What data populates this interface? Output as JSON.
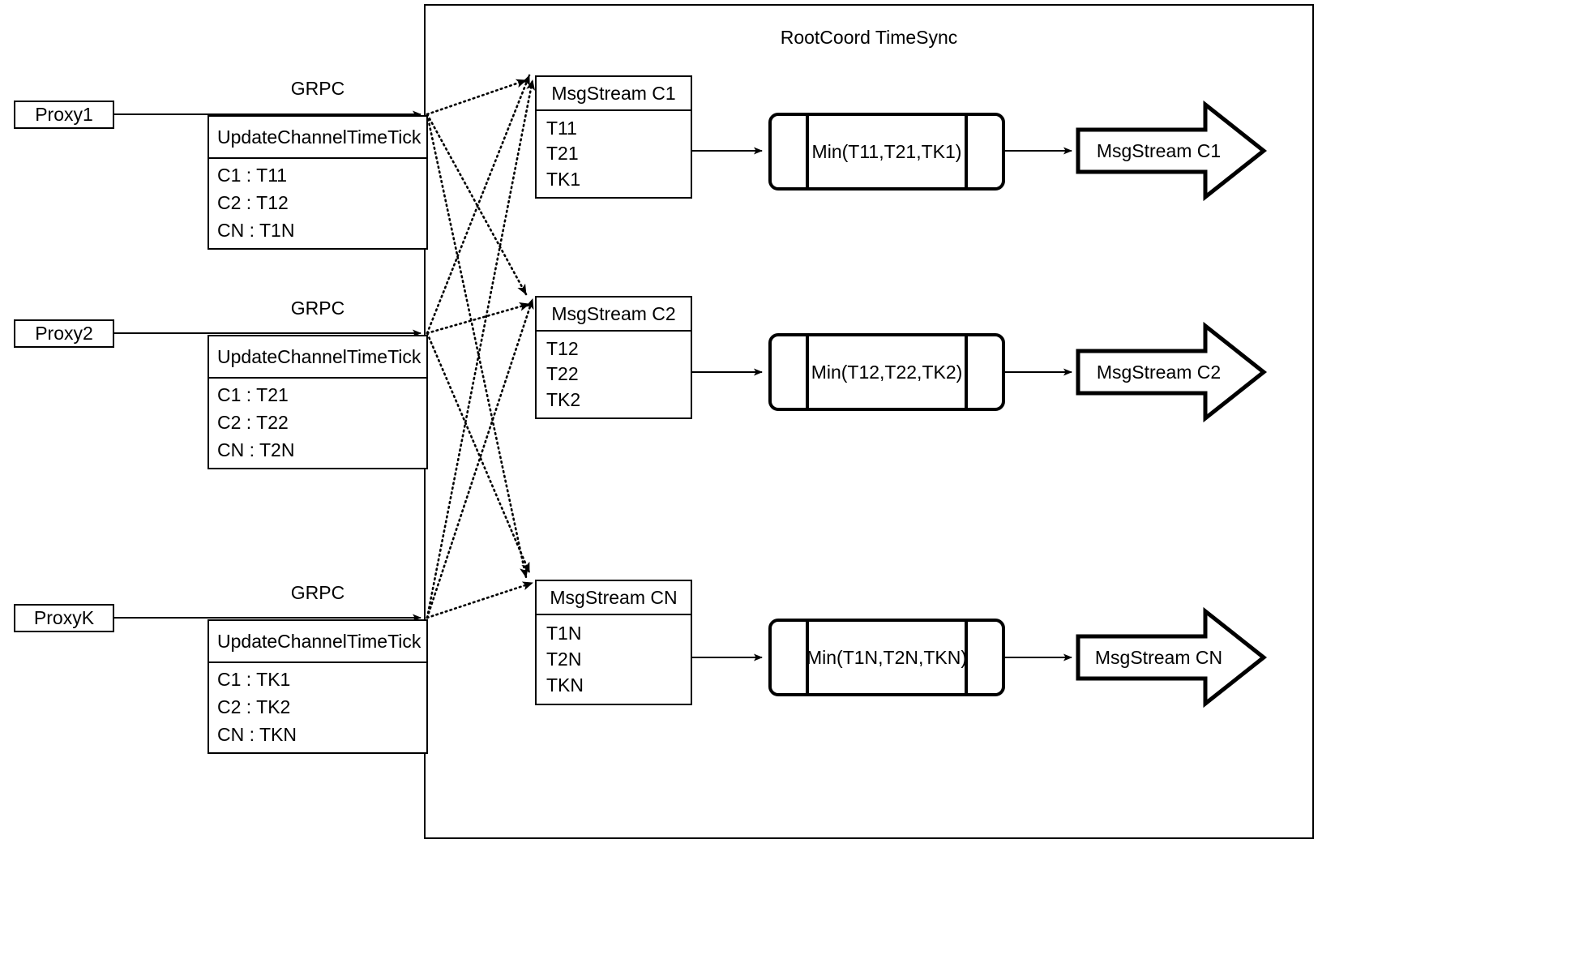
{
  "diagram": {
    "title": "RootCoord TimeSync",
    "container_label": "RootCoord TimeSync"
  },
  "proxies": [
    {
      "name": "Proxy1",
      "grpc_label": "GRPC",
      "tick": {
        "title": "UpdateChannelTimeTick",
        "rows": [
          "C1 :  T11",
          "C2 :  T12",
          "CN : T1N"
        ]
      }
    },
    {
      "name": "Proxy2",
      "grpc_label": "GRPC",
      "tick": {
        "title": "UpdateChannelTimeTick",
        "rows": [
          "C1 :  T21",
          "C2 :  T22",
          "CN : T2N"
        ]
      }
    },
    {
      "name": "ProxyK",
      "grpc_label": "GRPC",
      "tick": {
        "title": "UpdateChannelTimeTick",
        "rows": [
          "C1 :  TK1",
          "C2 :  TK2",
          "CN : TKN"
        ]
      }
    }
  ],
  "channels": [
    {
      "msgstream": {
        "title": "MsgStream C1",
        "rows": [
          "T11",
          "T21",
          "TK1"
        ]
      },
      "min": "Min(T11,T21,TK1)",
      "output": "MsgStream C1"
    },
    {
      "msgstream": {
        "title": "MsgStream C2",
        "rows": [
          "T12",
          "T22",
          "TK2"
        ]
      },
      "min": "Min(T12,T22,TK2)",
      "output": "MsgStream C2"
    },
    {
      "msgstream": {
        "title": "MsgStream CN",
        "rows": [
          "T1N",
          "T2N",
          "TKN"
        ]
      },
      "min": "Min(T1N,T2N,TKN)",
      "output": "MsgStream CN"
    }
  ],
  "colors": {
    "stroke": "#000000",
    "background": "#ffffff"
  }
}
